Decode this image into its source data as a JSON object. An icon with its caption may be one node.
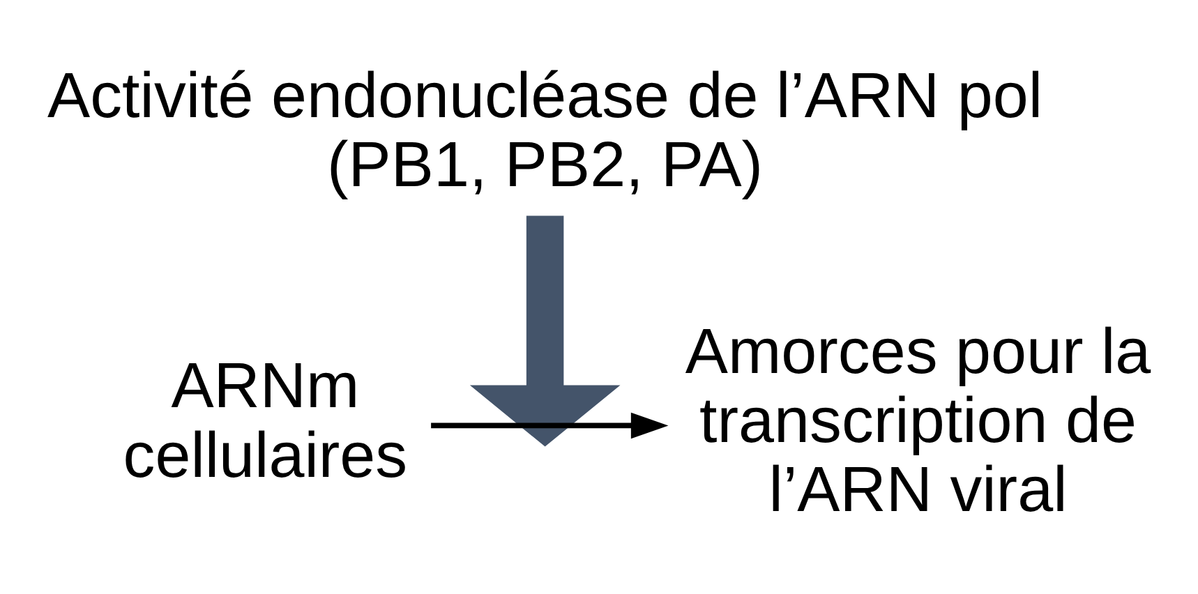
{
  "diagram": {
    "nodes": [
      {
        "text": [
          "Activité endonucléase de l’ARN pol (PB1, PB2, PA)"
        ]
      },
      {
        "text": [
          "ARNm cellulaires"
        ]
      },
      {
        "text": [
          "Amorces pour la transcription de l’ARN viral"
        ]
      }
    ],
    "edges": [
      {
        "from": 0,
        "to": null,
        "arrow": "to",
        "style": "thick",
        "color": "#44546a"
      },
      {
        "from": 1,
        "to": 2,
        "arrow": "to",
        "color": "#000000"
      }
    ]
  }
}
